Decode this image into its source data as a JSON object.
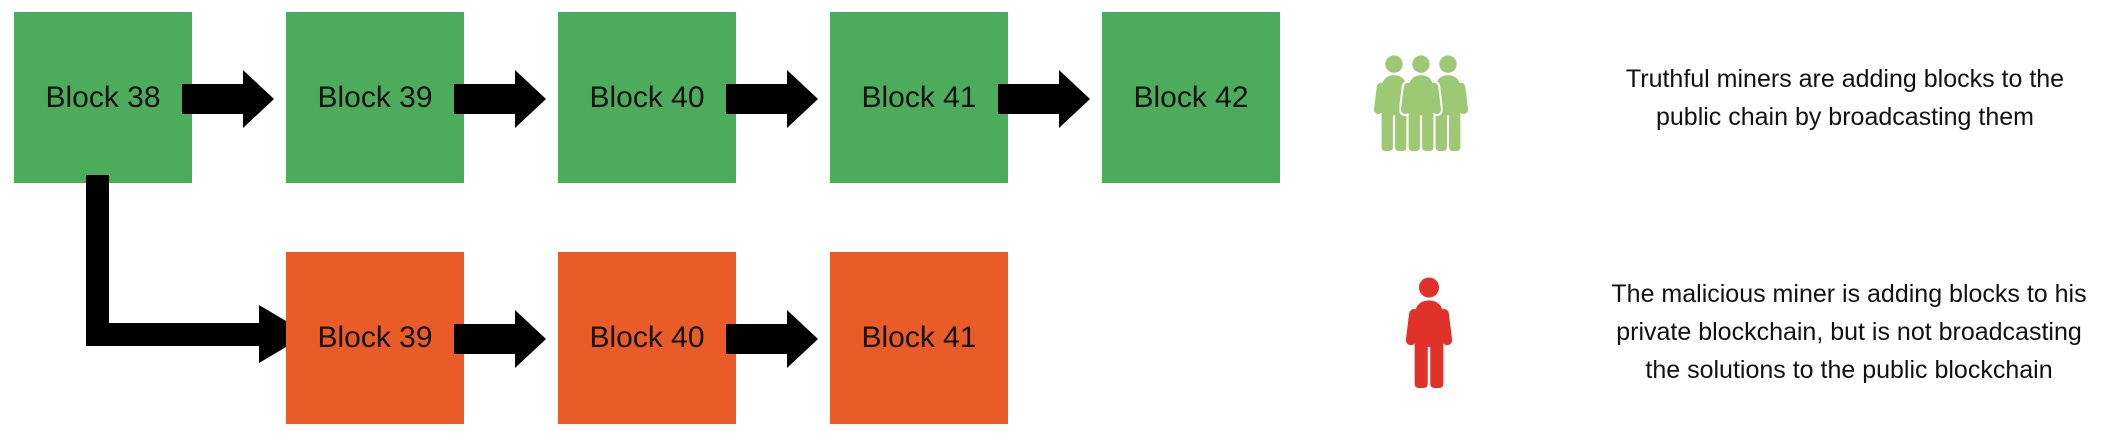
{
  "palette": {
    "public_block_green": "#4DAC5C",
    "private_block_orange": "#E95C28",
    "truthful_people_green": "#9DC874",
    "malicious_person_red": "#E1322A",
    "arrow_black": "#000000",
    "text_black": "#111111"
  },
  "public_chain": {
    "blocks": [
      "Block 38",
      "Block 39",
      "Block 40",
      "Block 41",
      "Block 42"
    ]
  },
  "private_chain": {
    "blocks": [
      "Block 39",
      "Block 40",
      "Block 41"
    ]
  },
  "legend": {
    "truthful": {
      "icon": "truthful-miners-group-icon",
      "lines": [
        "Truthful miners are adding blocks to the",
        "public chain by broadcasting them"
      ]
    },
    "malicious": {
      "icon": "malicious-miner-icon",
      "lines": [
        "The malicious miner is adding blocks to his",
        "private blockchain, but is not broadcasting",
        "the solutions to the public blockchain"
      ]
    }
  }
}
